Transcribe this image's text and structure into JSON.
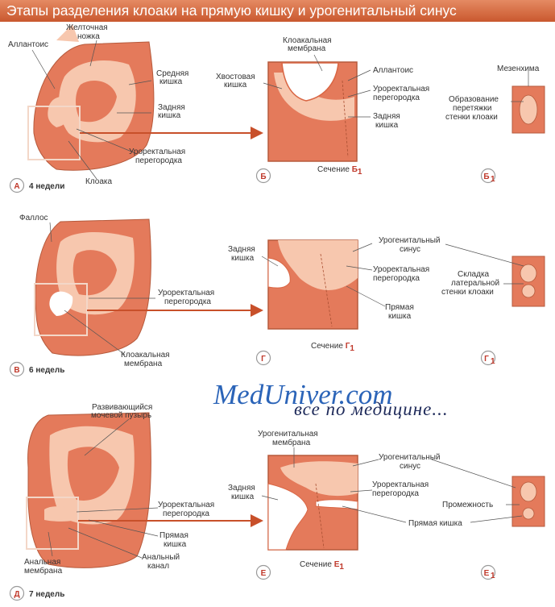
{
  "title": "Этапы разделения клоаки на прямую кишку и урогенитальный синус",
  "colors": {
    "banner": "#d06a40",
    "tissue_dark": "#e47a5b",
    "tissue_light": "#f7c7ae",
    "arrow": "#c8502a"
  },
  "watermark": {
    "line1": "MedUniver.com",
    "line2": "все по медицине..."
  },
  "row1": {
    "badge_a": "А",
    "age_a": "4 недели",
    "badge_b": "Б",
    "badge_b1": "Б",
    "labels": {
      "allantois": "Аллантоис",
      "yolk1": "Желточная",
      "yolk2": "ножка",
      "mid1": "Средняя",
      "mid2": "кишка",
      "hind1": "Задняя",
      "hind2": "кишка",
      "sept1": "Уроректальная",
      "sept2": "перегородка",
      "cloaca": "Клоака",
      "cm1": "Клоакальная",
      "cm2": "мембрана",
      "tail1": "Хвостовая",
      "tail2": "кишка",
      "allantois_b": "Аллантоис",
      "septb1": "Уроректальная",
      "septb2": "перегородка",
      "hindb1": "Задняя",
      "hindb2": "кишка",
      "section": "Сечение",
      "section_letter": "Б",
      "mes": "Мезенхима",
      "form1": "Образование",
      "form2": "перетяжки",
      "form3": "стенки клоаки"
    }
  },
  "row2": {
    "badge_v": "В",
    "age_v": "6 недель",
    "badge_g": "Г",
    "badge_g1": "Г",
    "labels": {
      "phallus": "Фаллос",
      "sept1": "Уроректальная",
      "sept2": "перегородка",
      "cm1": "Клоакальная",
      "cm2": "мембрана",
      "hind1": "Задняя",
      "hind2": "кишка",
      "ugs1": "Урогенитальный",
      "ugs2": "синус",
      "septg1": "Уроректальная",
      "septg2": "перегородка",
      "rect1": "Прямая",
      "rect2": "кишка",
      "fold1": "Складка",
      "fold2": "латеральной",
      "fold3": "стенки клоаки",
      "section": "Сечение",
      "section_letter": "Г"
    }
  },
  "row3": {
    "badge_d": "Д",
    "age_d": "7 недель",
    "badge_e": "Е",
    "badge_e1": "Е",
    "labels": {
      "bladder1": "Развивающийся",
      "bladder2": "мочевой пузырь",
      "sept1": "Уроректальная",
      "sept2": "перегородка",
      "rect1": "Прямая",
      "rect2": "кишка",
      "anal1": "Анальный",
      "anal2": "канал",
      "am1": "Анальная",
      "am2": "мембрана",
      "ugm1": "Урогенитальная",
      "ugm2": "мембрана",
      "hind1": "Задняя",
      "hind2": "кишка",
      "ugs1": "Урогенитальный",
      "ugs2": "синус",
      "septe1": "Уроректальная",
      "septe2": "перегородка",
      "perineum": "Промежность",
      "rectum": "Прямая кишка",
      "section": "Сечение",
      "section_letter": "Е"
    }
  },
  "subscript": "1"
}
